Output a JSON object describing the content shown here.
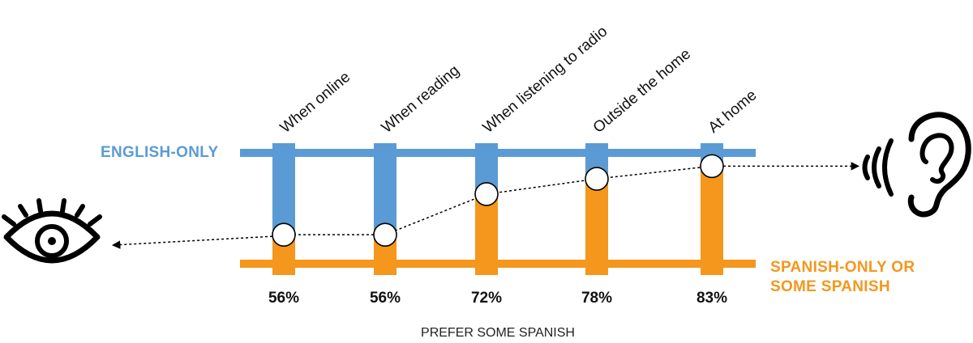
{
  "chart_data": {
    "type": "bar",
    "categories": [
      "When online",
      "When reading",
      "When listening to radio",
      "Outside the home",
      "At home"
    ],
    "values": [
      56,
      56,
      72,
      78,
      83
    ],
    "value_labels": [
      "56%",
      "56%",
      "72%",
      "78%",
      "83%"
    ],
    "unit": "%",
    "ylim": [
      0,
      100
    ],
    "top_label": "ENGLISH-ONLY",
    "bottom_label_line1": "SPANISH-ONLY OR",
    "bottom_label_line2": "SOME SPANISH",
    "xlabel": "PREFER SOME SPANISH",
    "colors": {
      "english": "#5B9BD5",
      "spanish": "#F4971C",
      "text": "#111111"
    },
    "icons": {
      "left": "eye-icon",
      "right": "ear-icon"
    }
  }
}
